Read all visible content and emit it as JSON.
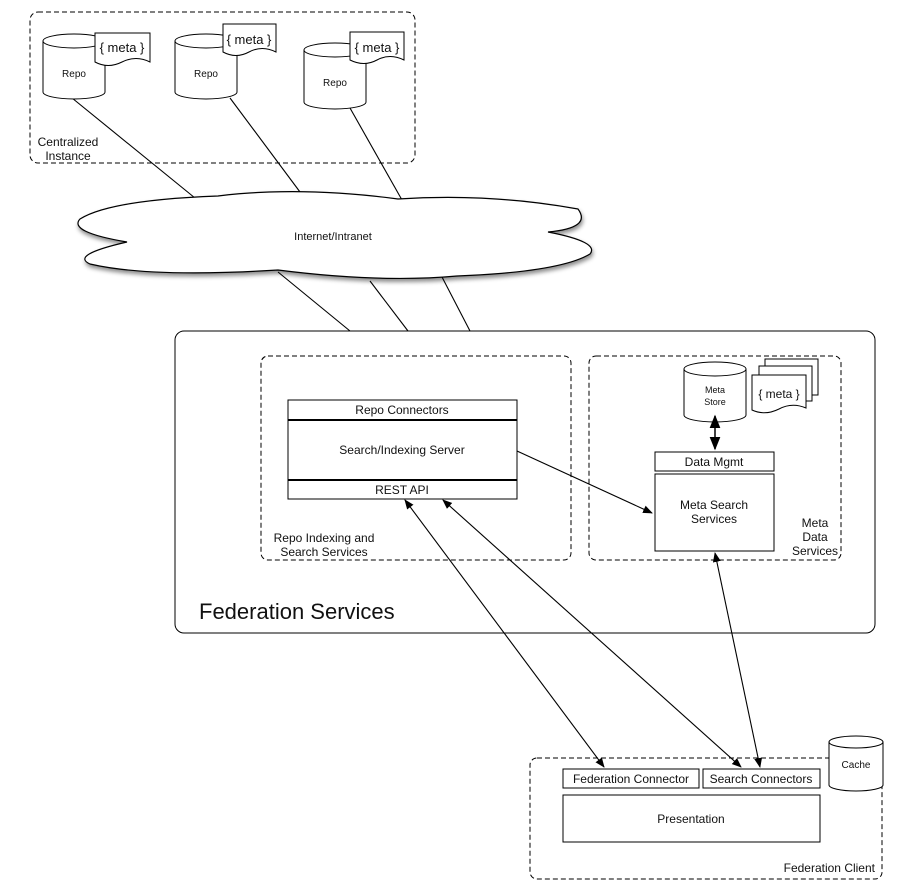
{
  "centralized_instance": {
    "label_line1": "Centralized",
    "label_line2": "Instance",
    "repos": [
      {
        "label": "Repo",
        "meta_label": "{ meta }"
      },
      {
        "label": "Repo",
        "meta_label": "{ meta }"
      },
      {
        "label": "Repo",
        "meta_label": "{ meta }"
      }
    ]
  },
  "network": {
    "label": "Internet/Intranet"
  },
  "federation_services": {
    "title": "Federation Services",
    "repo_indexing": {
      "label_line1": "Repo Indexing and",
      "label_line2": "Search Services",
      "repo_connectors": "Repo Connectors",
      "search_indexing_server": "Search/Indexing Server",
      "rest_api": "REST API"
    },
    "meta_data_services": {
      "label_line1": "Meta",
      "label_line2": "Data",
      "label_line3": "Services",
      "meta_store_line1": "Meta",
      "meta_store_line2": "Store",
      "meta_doc_label": "{ meta }",
      "data_mgmt": "Data Mgmt",
      "meta_search_line1": "Meta Search",
      "meta_search_line2": "Services"
    }
  },
  "federation_client": {
    "label": "Federation Client",
    "federation_connector": "Federation Connector",
    "search_connectors": "Search Connectors",
    "presentation": "Presentation",
    "cache": "Cache"
  }
}
